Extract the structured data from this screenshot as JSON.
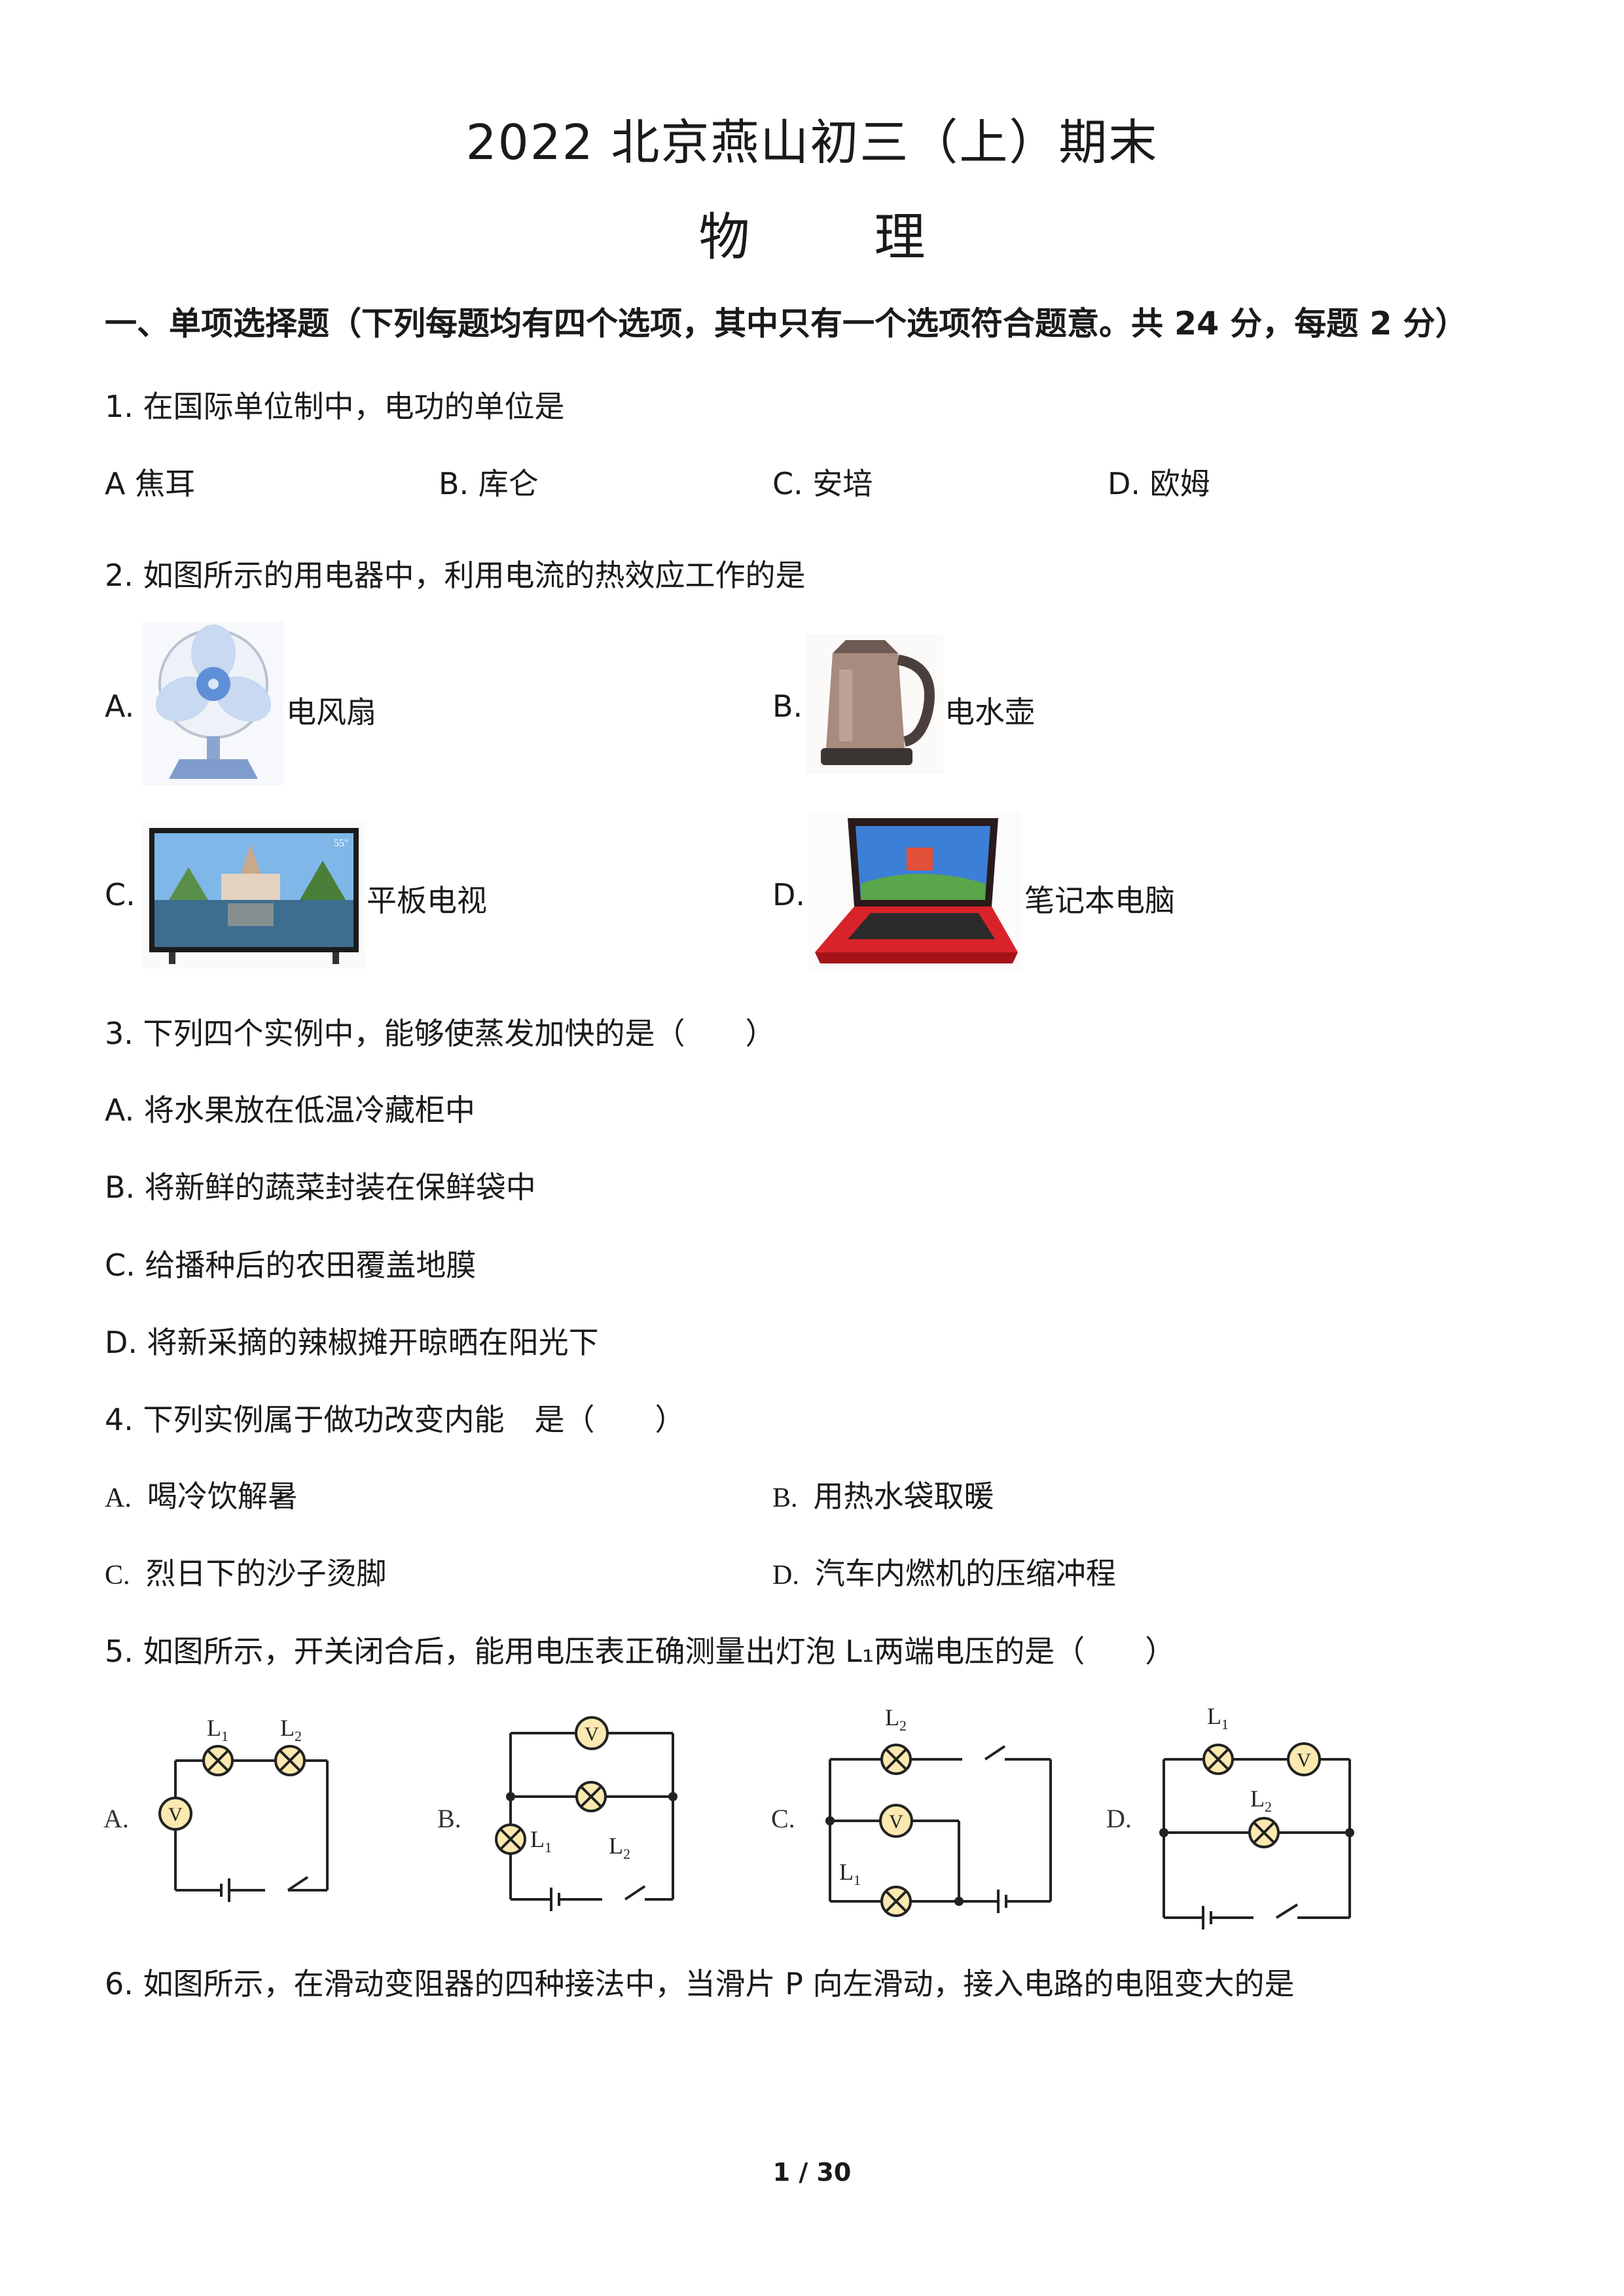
{
  "header": {
    "title": "2022 北京燕山初三（上）期末",
    "subject_chars": [
      "物",
      "理"
    ]
  },
  "section1": {
    "heading": "一、单项选择题（下列每题均有四个选项，其中只有一个选项符合题意。共 24 分，每题 2 分）"
  },
  "questions": {
    "q1": {
      "stem": "1. 在国际单位制中，电功的单位是",
      "options": [
        "A  焦耳",
        "B. 库仑",
        "C. 安培",
        "D. 欧姆"
      ]
    },
    "q2": {
      "stem": "2. 如图所示的用电器中，利用电流的热效应工作的是",
      "options": [
        {
          "letter": "A.",
          "label": "电风扇",
          "icon": "electric-fan"
        },
        {
          "letter": "B.",
          "label": "电水壶",
          "icon": "electric-kettle"
        },
        {
          "letter": "C.",
          "label": "平板电视",
          "icon": "flat-tv",
          "screen_badge": "55\""
        },
        {
          "letter": "D.",
          "label": "笔记本电脑",
          "icon": "laptop"
        }
      ]
    },
    "q3": {
      "stem": "3. 下列四个实例中，能够使蒸发加快的是（　　）",
      "options": [
        "A. 将水果放在低温冷藏柜中",
        "B. 将新鲜的蔬菜封装在保鲜袋中",
        "C. 给播种后的农田覆盖地膜",
        "D. 将新采摘的辣椒摊开晾晒在阳光下"
      ]
    },
    "q4": {
      "stem": "4. 下列实例属于做功改变内能　是（　　）",
      "options": [
        {
          "letter": "A.",
          "text": "喝冷饮解暑"
        },
        {
          "letter": "B.",
          "text": "用热水袋取暖"
        },
        {
          "letter": "C.",
          "text": "烈日下的沙子烫脚"
        },
        {
          "letter": "D.",
          "text": "汽车内燃机的压缩冲程"
        }
      ]
    },
    "q5": {
      "stem": "5. 如图所示，开关闭合后，能用电压表正确测量出灯泡 L₁两端电压的是（　　）",
      "options": [
        "A.",
        "B.",
        "C.",
        "D."
      ],
      "circuit_labels": {
        "lamp1": "L",
        "lamp1_sub": "1",
        "lamp2": "L",
        "lamp2_sub": "2",
        "voltmeter": "V"
      }
    },
    "q6": {
      "stem": "6. 如图所示，在滑动变阻器的四种接法中，当滑片 P 向左滑动，接入电路的电阻变大的是"
    }
  },
  "footer": {
    "page": "1 / 30"
  },
  "colors": {
    "text": "#1a1a1a",
    "wire": "#222222",
    "lamp_fill": "#fbe9b0",
    "fan_blue": "#5f8fd6",
    "kettle": "#a88a7e",
    "laptop_red": "#d8232a"
  }
}
